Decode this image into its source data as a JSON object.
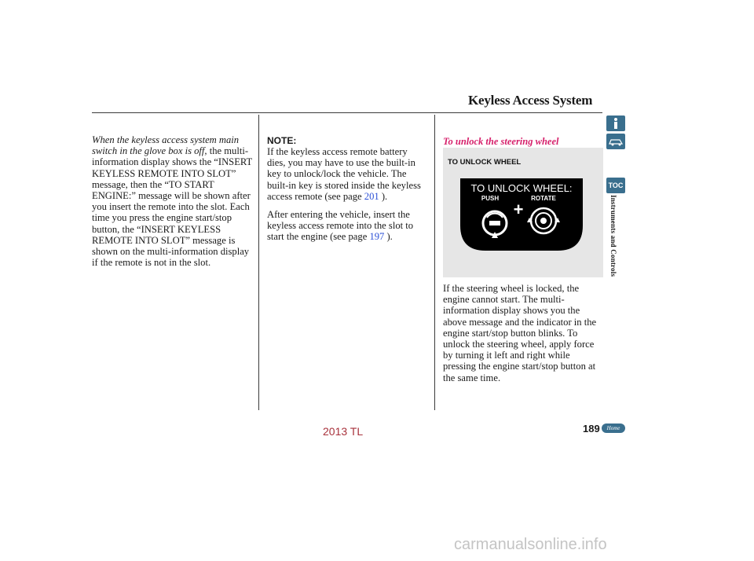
{
  "header": {
    "title": "Keyless Access System"
  },
  "col1": {
    "italic_lead": "When the keyless access system main switch in the glove box is off,",
    "text": " the multi-information display shows the “INSERT KEYLESS REMOTE INTO SLOT” message, then the “TO START ENGINE:” message will be shown after you insert the remote into the slot. Each time you press the engine start/stop button, the “INSERT KEYLESS REMOTE INTO SLOT” message is shown on the multi-information display if the remote is not in the slot."
  },
  "col2": {
    "note_label": "NOTE:",
    "p1_before": "If the keyless access remote battery dies, you may have to use the built-in key to unlock/lock the vehicle. The built-in key is stored inside the keyless access remote (see page ",
    "p1_link": "201",
    "p1_after": " ).",
    "p2_before": "After entering the vehicle, insert the keyless access remote into the slot to start the engine (see page ",
    "p2_link": "197",
    "p2_after": " )."
  },
  "col3": {
    "heading": "To unlock the steering wheel",
    "panel_label": "TO UNLOCK WHEEL",
    "display": {
      "title": "TO UNLOCK WHEEL:",
      "push": "PUSH",
      "rotate": "ROTATE",
      "plus": "+"
    },
    "text": "If the steering wheel is locked, the engine cannot start. The multi-information display shows you the above message and the indicator in the engine start/stop button blinks. To unlock the steering wheel, apply force by turning it left and right while pressing the engine start/stop button at the same time."
  },
  "sidebar": {
    "info_icon": "info-icon",
    "car_icon": "car-icon",
    "toc_label": "TOC",
    "section": "Instruments and Controls"
  },
  "footer": {
    "page_number": "189",
    "home_label": "Home",
    "doc_id": "2013 TL",
    "watermark": "carmanualsonline.info"
  },
  "colors": {
    "heading_accent": "#d6206b",
    "link": "#2a4fd6",
    "sidebar": "#3a6f8e",
    "footer_id": "#a8323c"
  }
}
